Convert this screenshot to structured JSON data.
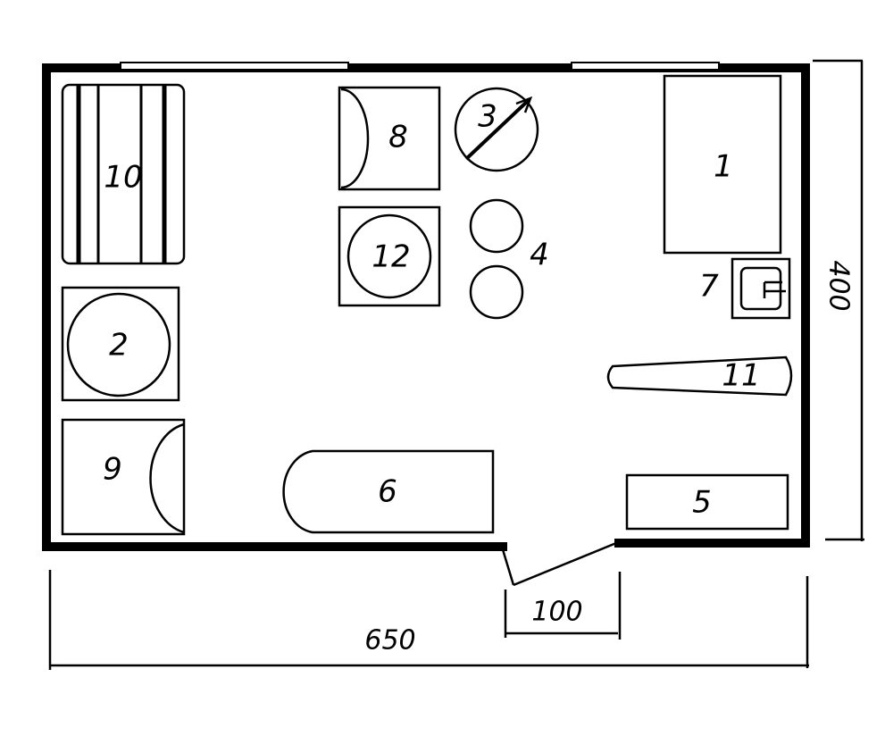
{
  "diagram": {
    "labels": {
      "item1": "1",
      "item2": "2",
      "item3": "3",
      "item4": "4",
      "item5": "5",
      "item6": "6",
      "item7": "7",
      "item8": "8",
      "item9": "9",
      "item10": "10",
      "item11": "11",
      "item12": "12"
    },
    "dimensions": {
      "width": "650",
      "height": "400",
      "door": "100"
    }
  }
}
